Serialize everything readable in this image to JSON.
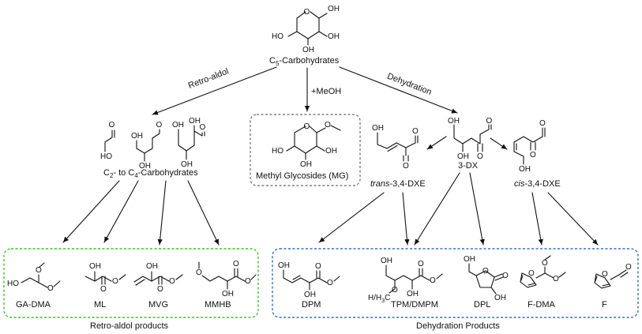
{
  "diagram": {
    "start": {
      "name_prefix": "C",
      "name_sub": "5",
      "name_suffix": "-Carbohydrates",
      "atoms": [
        "O",
        "OH",
        "HO",
        "OH",
        "OH"
      ]
    },
    "pathways": {
      "retro_aldol": "Retro-aldol",
      "methanol": "+MeOH",
      "dehydration": "Dehydration"
    },
    "intermediates": {
      "c2_c4": {
        "p1": "C",
        "s1": "2",
        "p2": "- to C",
        "s2": "4",
        "p3": "-Carbohydrates"
      },
      "methyl_glycosides": "Methyl Glycosides (MG)",
      "trans_dxe": {
        "italic": "trans",
        "rest": "-3,4-DXE"
      },
      "three_dx": "3-DX",
      "cis_dxe": {
        "italic": "cis",
        "rest": "-3,4-DXE"
      }
    },
    "products": {
      "ga_dma": "GA-DMA",
      "ml": "ML",
      "mvg": "MVG",
      "mmhb": "MMHB",
      "dpm": "DPM",
      "tpm_dmpm": "TPM/DMPM",
      "dpl": "DPL",
      "f_dma": "F-DMA",
      "f": "F"
    },
    "groups": {
      "retro_aldol_products": "Retro-aldol products",
      "dehydration_products": "Dehydration Products"
    },
    "atom_labels": {
      "o": "O",
      "oh": "OH",
      "ho": "HO",
      "h3co": "H/H",
      "h3co_sub": "3",
      "h3co_end": "C"
    },
    "colors": {
      "retro_box": "#2ecc1a",
      "dehydration_box": "#2f6fd6",
      "mg_box": "#666666",
      "ink": "#111111"
    }
  }
}
